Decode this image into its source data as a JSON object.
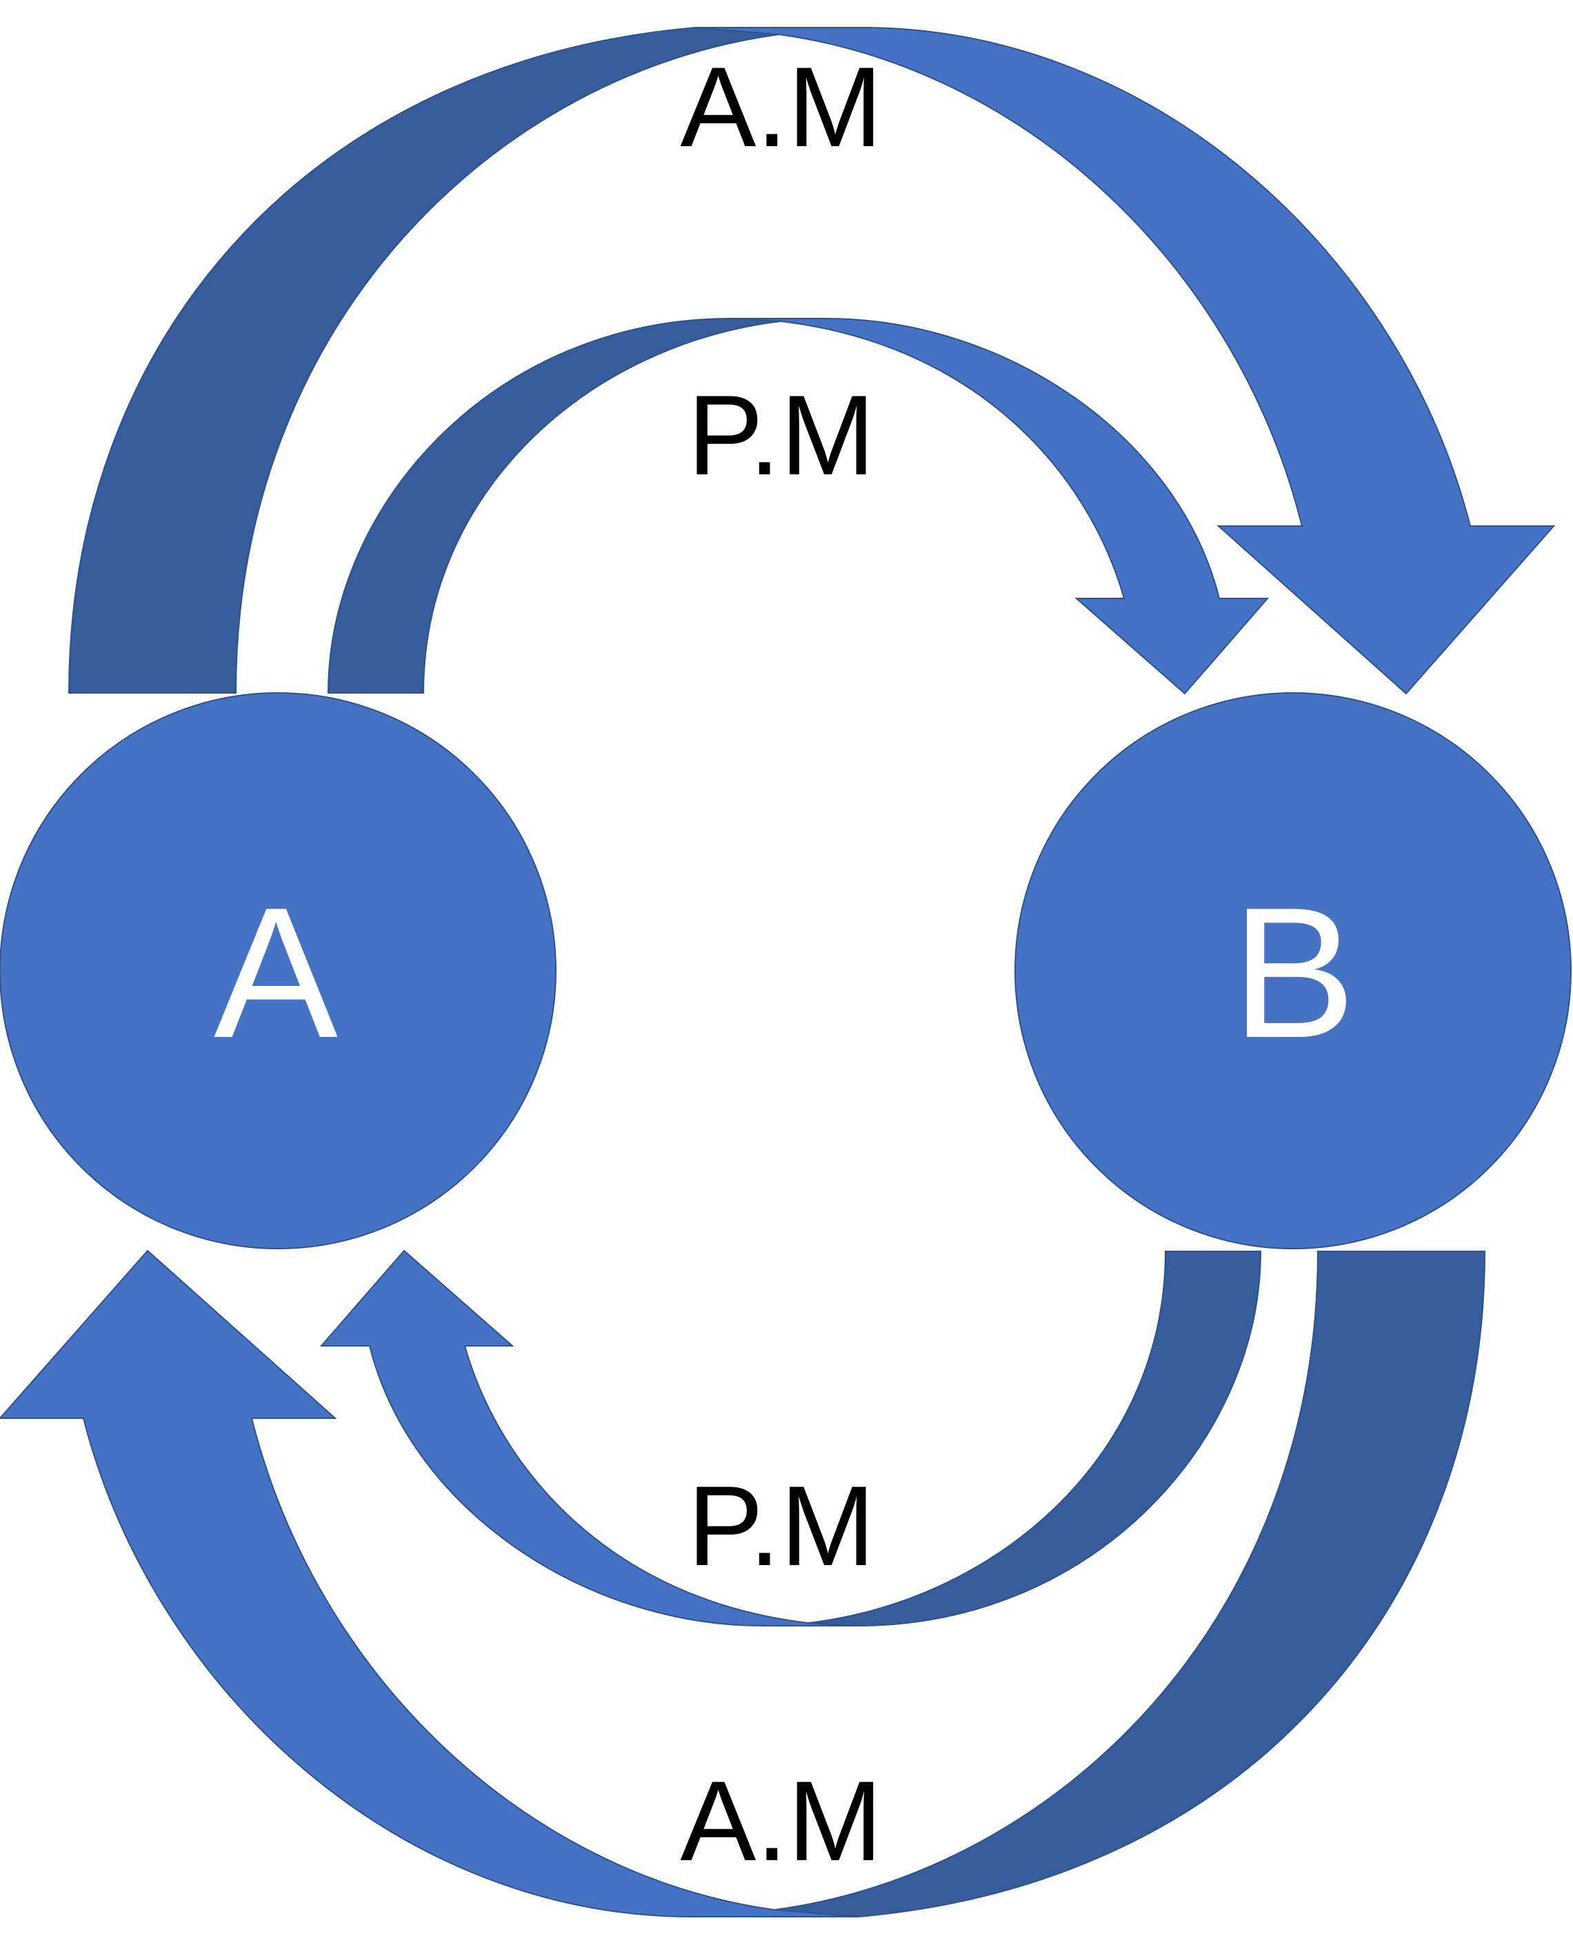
{
  "diagram": {
    "nodes": [
      {
        "id": "a",
        "label": "A"
      },
      {
        "id": "b",
        "label": "B"
      }
    ],
    "edges": [
      {
        "id": "top-outer",
        "from": "A",
        "to": "B",
        "label": "A.M"
      },
      {
        "id": "top-inner",
        "from": "A",
        "to": "B",
        "label": "P.M"
      },
      {
        "id": "bottom-inner",
        "from": "B",
        "to": "A",
        "label": "P.M"
      },
      {
        "id": "bottom-outer",
        "from": "B",
        "to": "A",
        "label": "A.M"
      }
    ]
  },
  "colors": {
    "node_fill": "#4472C4",
    "arrow_light": "#4472C4",
    "arrow_dark": "#365C9C",
    "node_text": "#FFFFFF",
    "label_text": "#000000"
  }
}
